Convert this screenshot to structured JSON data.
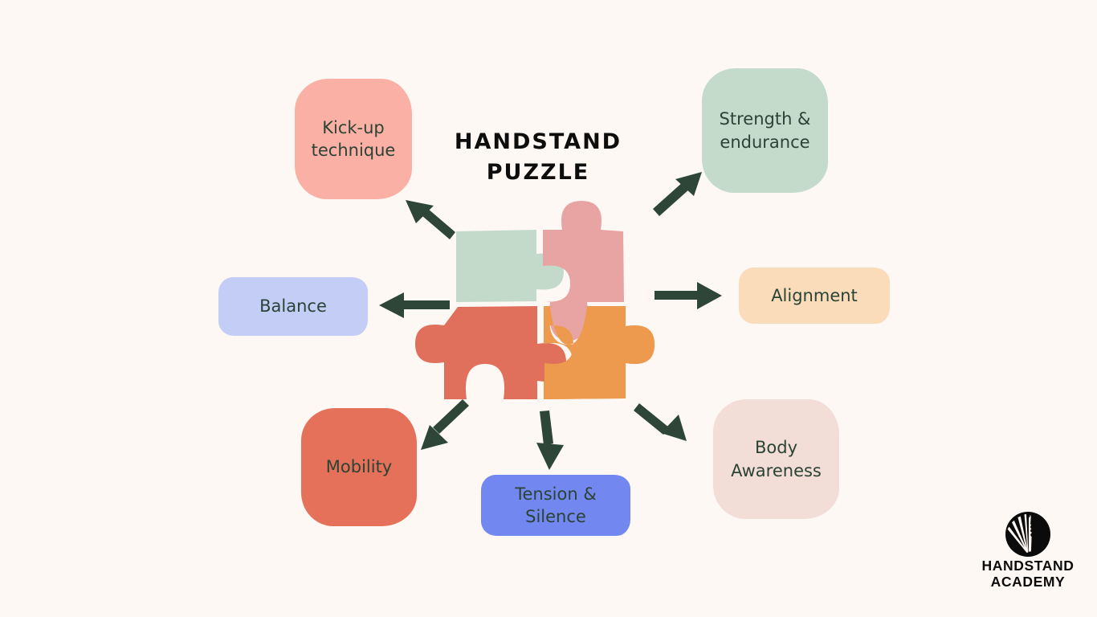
{
  "page": {
    "background_color": "#fdf8f3",
    "title_lines": [
      "HANDSTAND",
      "PUZZLE"
    ],
    "title_color": "#0d0d0d",
    "arrow_color": "#2d4638",
    "label_text_color": "#2b4334"
  },
  "puzzle": {
    "name": "four-piece-jigsaw",
    "pieces": [
      {
        "id": "top-left",
        "color": "#c3d9ca",
        "label": "green piece"
      },
      {
        "id": "top-right",
        "color": "#e8a3a3",
        "label": "pink piece"
      },
      {
        "id": "bottom-left",
        "color": "#e0705b",
        "label": "red piece"
      },
      {
        "id": "bottom-right",
        "color": "#ed9a4f",
        "label": "orange piece"
      }
    ]
  },
  "labels": [
    {
      "key": "kickup",
      "text_lines": [
        "Kick-up",
        "technique"
      ],
      "box_color": "#fbb0a5",
      "position": "top-left"
    },
    {
      "key": "strength",
      "text_lines": [
        "Strength &",
        "endurance"
      ],
      "box_color": "#c4dbcb",
      "position": "top-right"
    },
    {
      "key": "balance",
      "text_lines": [
        "Balance"
      ],
      "box_color": "#c3cdf6",
      "position": "left"
    },
    {
      "key": "alignment",
      "text_lines": [
        "Alignment"
      ],
      "box_color": "#fbdcba",
      "position": "right"
    },
    {
      "key": "mobility",
      "text_lines": [
        "Mobility"
      ],
      "box_color": "#e5715a",
      "position": "bottom-left"
    },
    {
      "key": "tension",
      "text_lines": [
        "Tension &",
        "Silence"
      ],
      "box_color": "#7287ef",
      "position": "bottom-center"
    },
    {
      "key": "body",
      "text_lines": [
        "Body",
        "Awareness"
      ],
      "box_color": "#f3ddd7",
      "position": "bottom-right"
    }
  ],
  "arrows": [
    {
      "key": "to-kickup",
      "direction": "up-left",
      "target": "Kick-up technique"
    },
    {
      "key": "to-strength",
      "direction": "up-right",
      "target": "Strength & endurance"
    },
    {
      "key": "to-balance",
      "direction": "left",
      "target": "Balance"
    },
    {
      "key": "to-alignment",
      "direction": "right",
      "target": "Alignment"
    },
    {
      "key": "to-mobility",
      "direction": "down-left",
      "target": "Mobility"
    },
    {
      "key": "to-tension",
      "direction": "down",
      "target": "Tension & Silence"
    },
    {
      "key": "to-body",
      "direction": "down-right",
      "target": "Body Awareness"
    }
  ],
  "logo": {
    "name": "handstand-academy-logo",
    "text_lines": [
      "HANDSTAND",
      "ACADEMY"
    ],
    "mark_color": "#0b0b0b"
  }
}
